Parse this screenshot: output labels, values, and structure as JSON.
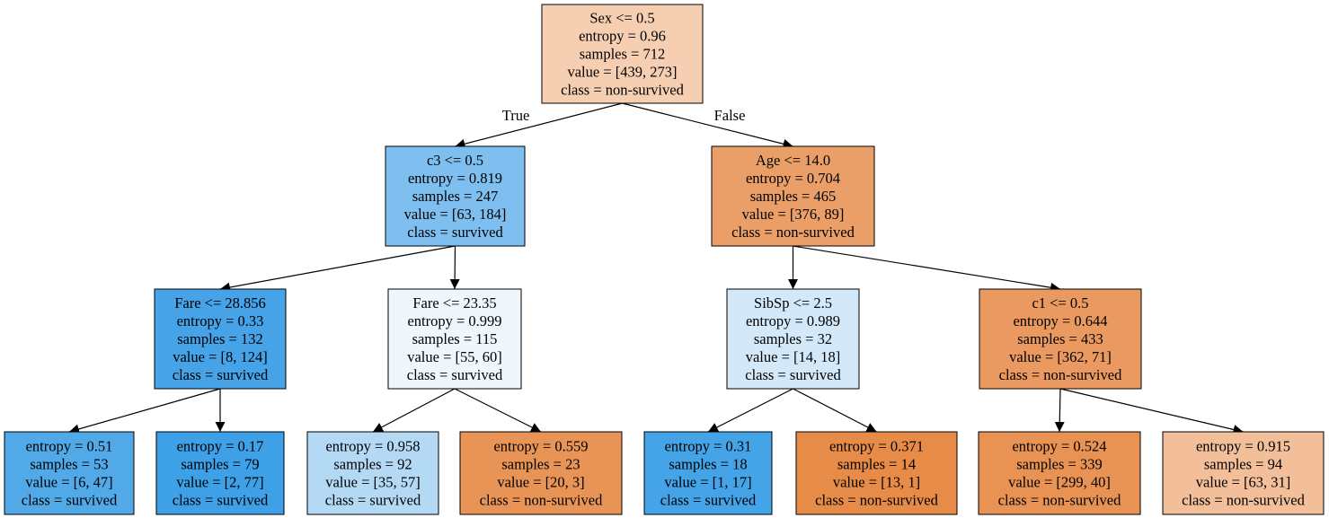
{
  "tree": {
    "colors": {
      "survived_strong": "#399de5",
      "nonsurvived_strong": "#e58139",
      "edge": "#000000"
    },
    "nodes": [
      {
        "id": "n0",
        "lines": [
          "Sex <= 0.5",
          "entropy = 0.96",
          "samples = 712",
          "value = [439, 273]",
          "class = non-survived"
        ],
        "fill": "#f6cfb3"
      },
      {
        "id": "n1",
        "lines": [
          "c3 <= 0.5",
          "entropy = 0.819",
          "samples = 247",
          "value = [63, 184]",
          "class = survived"
        ],
        "fill": "#7ebfef"
      },
      {
        "id": "n2",
        "lines": [
          "Fare <= 28.856",
          "entropy = 0.33",
          "samples = 132",
          "value = [8, 124]",
          "class = survived"
        ],
        "fill": "#46a3e7"
      },
      {
        "id": "n3",
        "lines": [
          "entropy = 0.51",
          "samples = 53",
          "value = [6, 47]",
          "class = survived"
        ],
        "fill": "#52a9e8"
      },
      {
        "id": "n4",
        "lines": [
          "entropy = 0.17",
          "samples = 79",
          "value = [2, 77]",
          "class = survived"
        ],
        "fill": "#3ea0e6"
      },
      {
        "id": "n5",
        "lines": [
          "Fare <= 23.35",
          "entropy = 0.999",
          "samples = 115",
          "value = [55, 60]",
          "class = survived"
        ],
        "fill": "#eff7fd"
      },
      {
        "id": "n6",
        "lines": [
          "entropy = 0.958",
          "samples = 92",
          "value = [35, 57]",
          "class = survived"
        ],
        "fill": "#b3d9f5"
      },
      {
        "id": "n7",
        "lines": [
          "entropy = 0.559",
          "samples = 23",
          "value = [20, 3]",
          "class = non-survived"
        ],
        "fill": "#e99457"
      },
      {
        "id": "n8",
        "lines": [
          "Age <= 14.0",
          "entropy = 0.704",
          "samples = 465",
          "value = [376, 89]",
          "class = non-survived"
        ],
        "fill": "#eb9f68"
      },
      {
        "id": "n9",
        "lines": [
          "SibSp <= 2.5",
          "entropy = 0.989",
          "samples = 32",
          "value = [14, 18]",
          "class = survived"
        ],
        "fill": "#d3e9f9"
      },
      {
        "id": "n10",
        "lines": [
          "entropy = 0.31",
          "samples = 18",
          "value = [1, 17]",
          "class = survived"
        ],
        "fill": "#45a3e7"
      },
      {
        "id": "n11",
        "lines": [
          "entropy = 0.371",
          "samples = 14",
          "value = [13, 1]",
          "class = non-survived"
        ],
        "fill": "#e78b48"
      },
      {
        "id": "n12",
        "lines": [
          "c1 <= 0.5",
          "entropy = 0.644",
          "samples = 433",
          "value = [362, 71]",
          "class = non-survived"
        ],
        "fill": "#ea9a60"
      },
      {
        "id": "n13",
        "lines": [
          "entropy = 0.524",
          "samples = 339",
          "value = [299, 40]",
          "class = non-survived"
        ],
        "fill": "#e89254"
      },
      {
        "id": "n14",
        "lines": [
          "entropy = 0.915",
          "samples = 94",
          "value = [63, 31]",
          "class = non-survived"
        ],
        "fill": "#f2bf9a"
      }
    ],
    "edges": [
      {
        "from": "n0",
        "to": "n1",
        "label": "True"
      },
      {
        "from": "n0",
        "to": "n8",
        "label": "False"
      },
      {
        "from": "n1",
        "to": "n2",
        "label": ""
      },
      {
        "from": "n1",
        "to": "n5",
        "label": ""
      },
      {
        "from": "n2",
        "to": "n3",
        "label": ""
      },
      {
        "from": "n2",
        "to": "n4",
        "label": ""
      },
      {
        "from": "n5",
        "to": "n6",
        "label": ""
      },
      {
        "from": "n5",
        "to": "n7",
        "label": ""
      },
      {
        "from": "n8",
        "to": "n9",
        "label": ""
      },
      {
        "from": "n8",
        "to": "n12",
        "label": ""
      },
      {
        "from": "n9",
        "to": "n10",
        "label": ""
      },
      {
        "from": "n9",
        "to": "n11",
        "label": ""
      },
      {
        "from": "n12",
        "to": "n13",
        "label": ""
      },
      {
        "from": "n12",
        "to": "n14",
        "label": ""
      }
    ]
  }
}
